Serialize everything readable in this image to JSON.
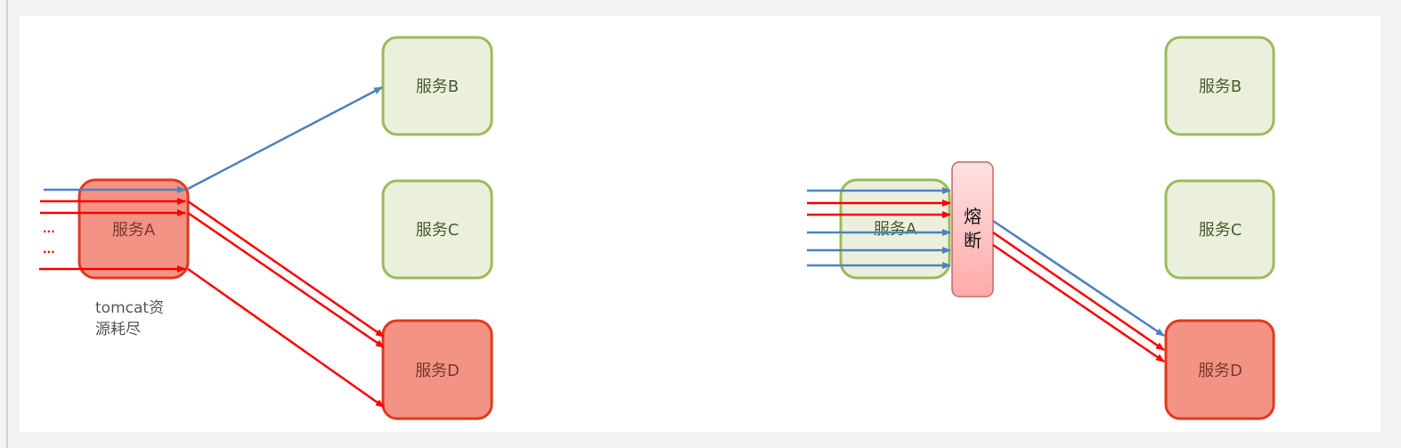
{
  "left_diagram": {
    "service_a": "服务A",
    "service_b": "服务B",
    "service_c": "服务C",
    "service_d": "服务D",
    "ellipsis_1": "...",
    "ellipsis_2": "...",
    "note_line1": "tomcat资",
    "note_line2": "源耗尽"
  },
  "right_diagram": {
    "service_a": "服务A",
    "service_b": "服务B",
    "service_c": "服务C",
    "service_d": "服务D",
    "breaker_line1": "熔",
    "breaker_line2": "断"
  },
  "colors": {
    "healthy_fill": "#ebf0dd",
    "healthy_border": "#9bbb59",
    "failed_fill": "#f29385",
    "failed_border": "#e03a1e",
    "normal_request": "#4f81bd",
    "failed_request": "#ff0000",
    "breaker_fill": "#ffc8c8"
  }
}
